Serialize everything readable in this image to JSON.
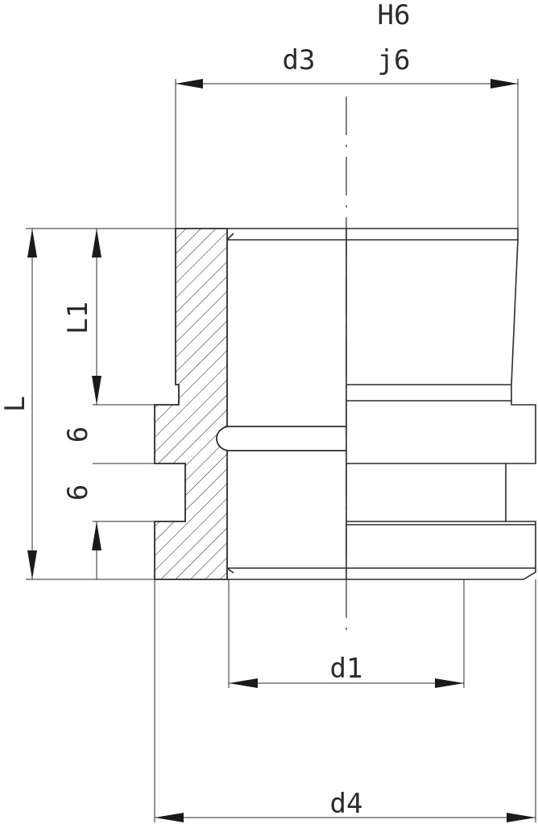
{
  "labels": {
    "tolerance_hole": "H6",
    "tolerance_shaft": "j6",
    "d3": "d3",
    "L1": "L1",
    "L": "L",
    "groove_width": "6",
    "land_width": "6",
    "d1": "d1",
    "d4": "d4"
  }
}
